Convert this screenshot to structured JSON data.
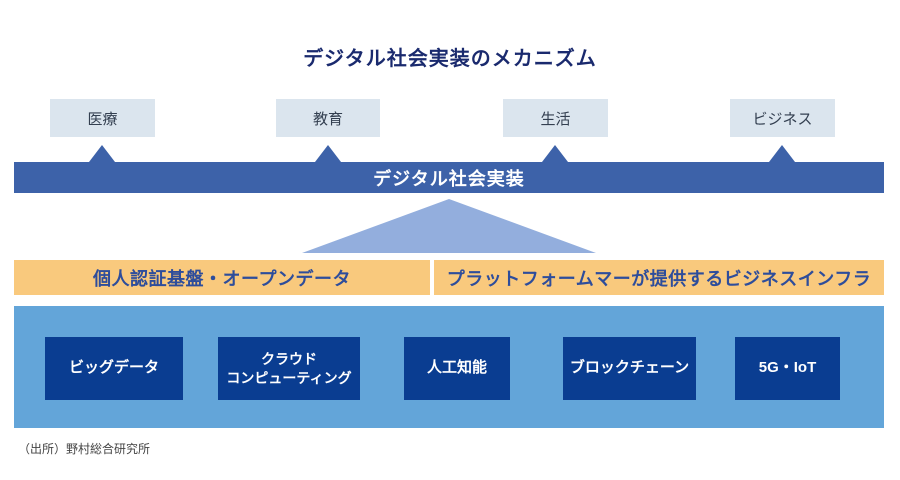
{
  "title": "デジタル社会実装のメカニズム",
  "sectors": [
    {
      "label": "医療"
    },
    {
      "label": "教育"
    },
    {
      "label": "生活"
    },
    {
      "label": "ビジネス"
    }
  ],
  "bar": {
    "label": "デジタル社会実装"
  },
  "foundations": [
    {
      "label": "個人認証基盤・オープンデータ"
    },
    {
      "label": "プラットフォームマーが提供するビジネスインフラ"
    }
  ],
  "technologies": [
    {
      "label": "ビッグデータ"
    },
    {
      "label": "クラウド\nコンピューティング"
    },
    {
      "label": "人工知能"
    },
    {
      "label": "ブロックチェーン"
    },
    {
      "label": "5G・IoT"
    }
  ],
  "source": "（出所）野村総合研究所",
  "colors": {
    "title_text": "#1a2a6e",
    "sector_bg": "#dbe5ee",
    "sector_text": "#333f50",
    "bar_blue": "#3d62a9",
    "funnel_triangle": "#93aedd",
    "foundation_bg": "#f9c97d",
    "foundation_text": "#2e4d9b",
    "platform_bg": "#63a5d9",
    "tech_box_bg": "#0a3d91",
    "tech_box_text": "#ffffff",
    "source_text": "#444444"
  }
}
